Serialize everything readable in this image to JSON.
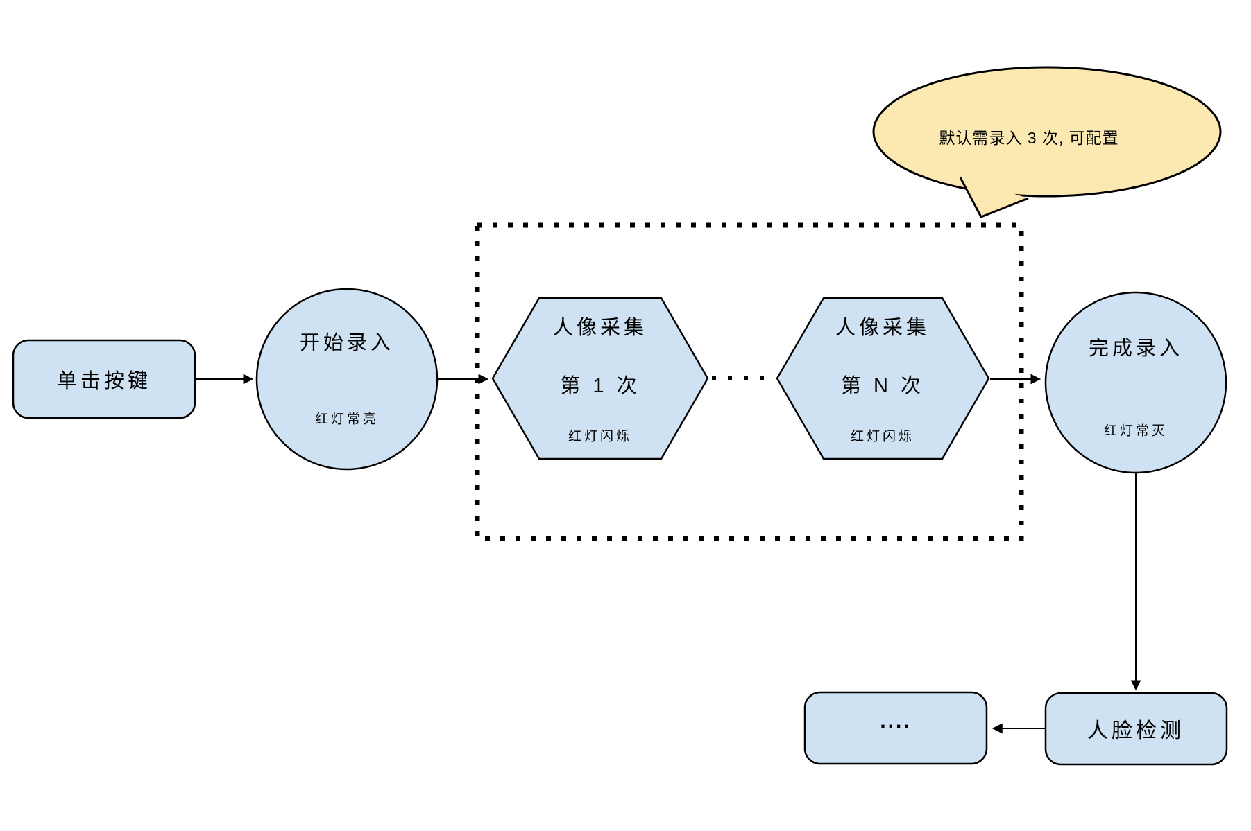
{
  "diagram": {
    "colors": {
      "node_fill": "#cfe2f3",
      "node_stroke": "#000000",
      "callout_fill": "#fce9b2",
      "arrow": "#000000",
      "background": "#ffffff"
    },
    "callout": {
      "text": "默认需录入 3 次, 可配置"
    },
    "nodes": {
      "click_button": {
        "label": "单击按键"
      },
      "start_entry": {
        "label": "开始录入",
        "status": "红灯常亮"
      },
      "capture_first": {
        "label": "人像采集",
        "sequence": "第 1 次",
        "status": "红灯闪烁"
      },
      "capture_nth": {
        "label": "人像采集",
        "sequence": "第 N 次",
        "status": "红灯闪烁"
      },
      "finish_entry": {
        "label": "完成录入",
        "status": "红灯常灭"
      },
      "face_detection": {
        "label": "人脸检测"
      },
      "continuation": {
        "label": "...."
      }
    }
  }
}
